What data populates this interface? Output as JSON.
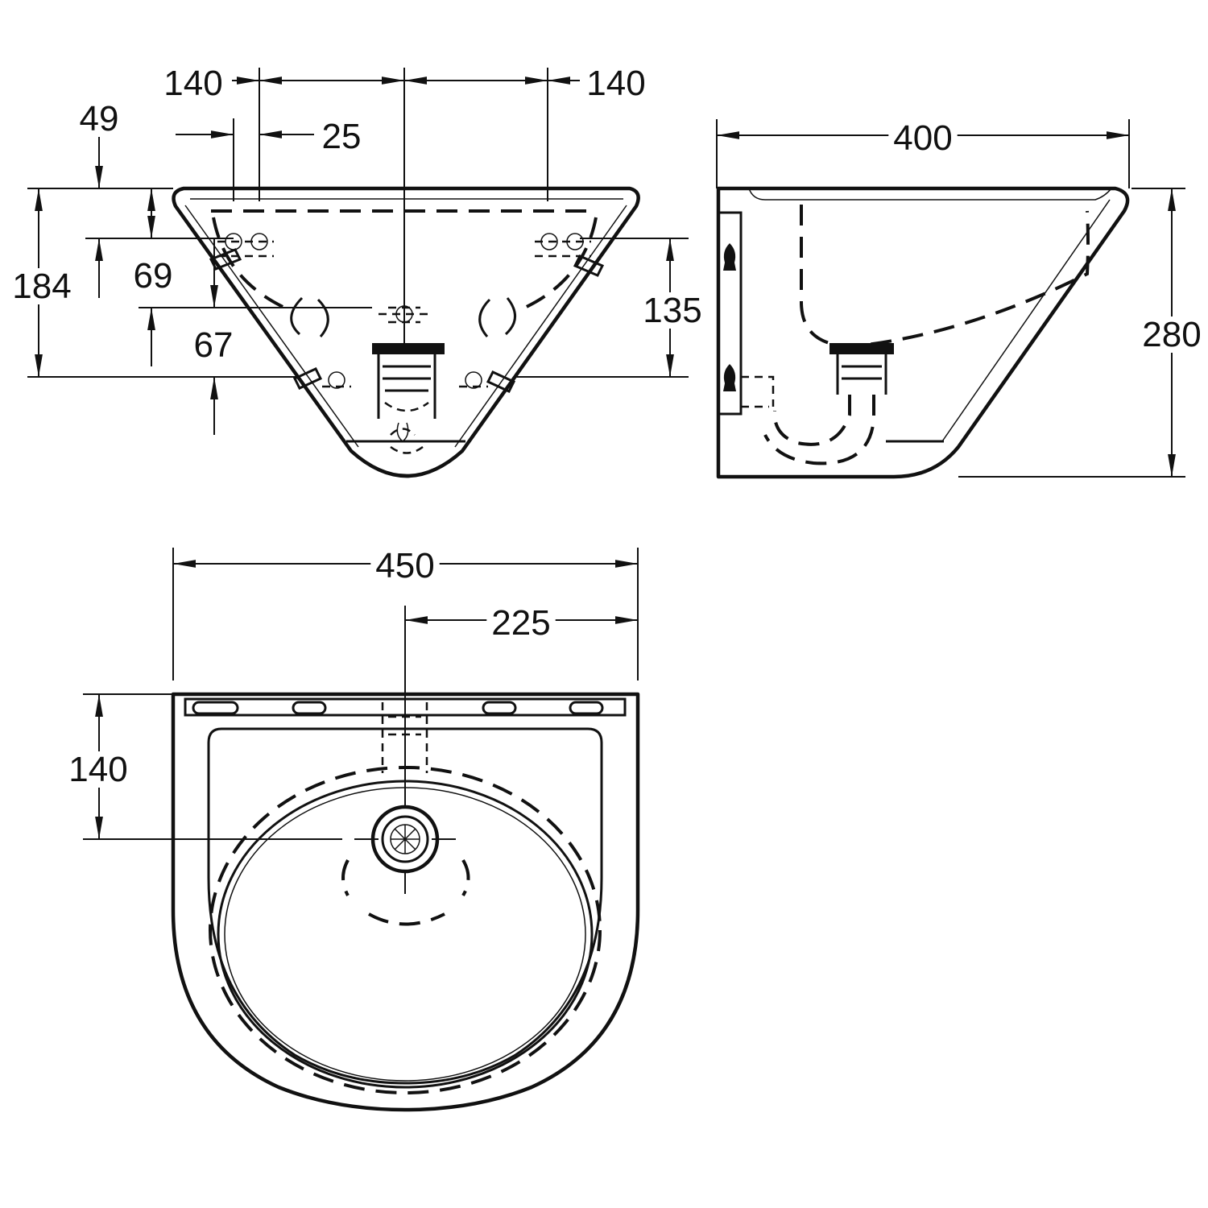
{
  "colors": {
    "line": "#111111",
    "background": "#ffffff"
  },
  "front_view": {
    "dim_left_140": "140",
    "dim_right_140": "140",
    "dim_49": "49",
    "dim_25": "25",
    "dim_184": "184",
    "dim_69": "69",
    "dim_67": "67",
    "dim_135": "135"
  },
  "side_view": {
    "dim_400": "400",
    "dim_280": "280"
  },
  "top_view": {
    "dim_450": "450",
    "dim_225": "225",
    "dim_140": "140"
  }
}
